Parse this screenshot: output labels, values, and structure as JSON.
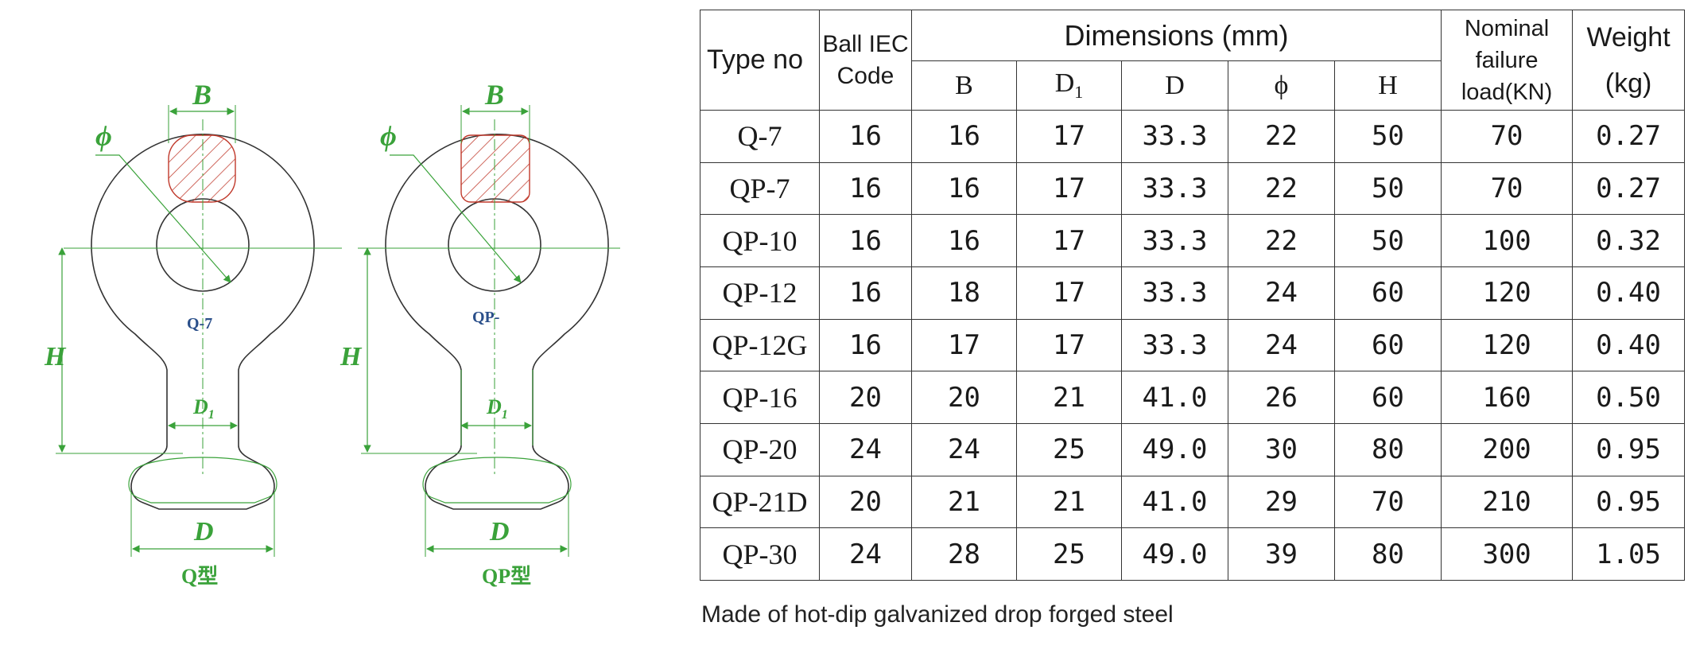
{
  "drawings": {
    "q": {
      "caption": "Q型",
      "code": "Q-7",
      "labels": {
        "b": "B",
        "phi": "ϕ",
        "h": "H",
        "d1": "D",
        "d1_sub": "1",
        "d": "D"
      }
    },
    "qp": {
      "caption": "QP型",
      "code": "QP-",
      "labels": {
        "b": "B",
        "phi": "ϕ",
        "h": "H",
        "d1": "D",
        "d1_sub": "1",
        "d": "D"
      }
    }
  },
  "table": {
    "headers": {
      "type_no": "Type no",
      "ball_iec": "Ball IEC",
      "code": "Code",
      "dimensions": "Dimensions (mm)",
      "b": "B",
      "d1": "D",
      "d1_sub": "1",
      "d": "D",
      "phi": "ϕ",
      "h": "H",
      "load_line1": "Nominal",
      "load_line2": "failure",
      "load_line3": "load(KN)",
      "weight_line1": "Weight",
      "weight_line2": "(kg)"
    },
    "rows": [
      [
        "Q-7",
        "16",
        "16",
        "17",
        "33.3",
        "22",
        "50",
        "70",
        "0.27"
      ],
      [
        "QP-7",
        "16",
        "16",
        "17",
        "33.3",
        "22",
        "50",
        "70",
        "0.27"
      ],
      [
        "QP-10",
        "16",
        "16",
        "17",
        "33.3",
        "22",
        "50",
        "100",
        "0.32"
      ],
      [
        "QP-12",
        "16",
        "18",
        "17",
        "33.3",
        "24",
        "60",
        "120",
        "0.40"
      ],
      [
        "QP-12G",
        "16",
        "17",
        "17",
        "33.3",
        "24",
        "60",
        "120",
        "0.40"
      ],
      [
        "QP-16",
        "20",
        "20",
        "21",
        "41.0",
        "26",
        "60",
        "160",
        "0.50"
      ],
      [
        "QP-20",
        "24",
        "24",
        "25",
        "49.0",
        "30",
        "80",
        "200",
        "0.95"
      ],
      [
        "QP-21D",
        "20",
        "21",
        "21",
        "41.0",
        "29",
        "70",
        "210",
        "0.95"
      ],
      [
        "QP-30",
        "24",
        "28",
        "25",
        "49.0",
        "39",
        "80",
        "300",
        "1.05"
      ]
    ]
  },
  "footnote": "Made of hot-dip galvanized drop forged steel",
  "colors": {
    "dimension": "#3aa23a",
    "section": "#c0392b",
    "outline": "#333333",
    "code": "#2a4f8a"
  }
}
